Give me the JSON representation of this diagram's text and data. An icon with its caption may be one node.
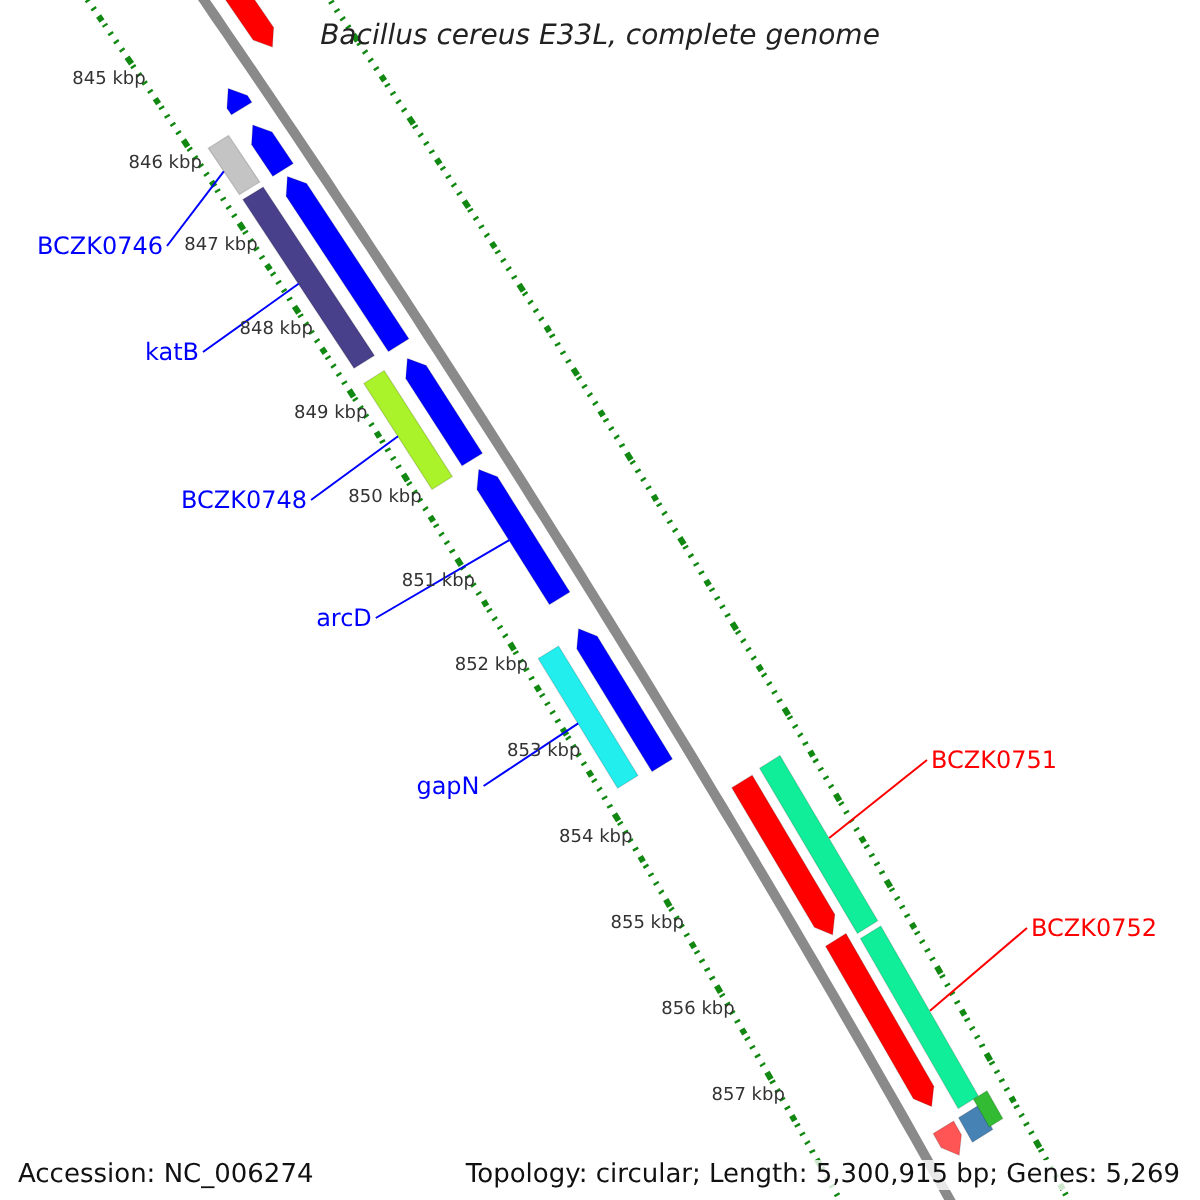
{
  "diagram": {
    "title": "Bacillus cereus E33L, complete genome",
    "nodes": [
      {
        "text": [
          "BCZK0746"
        ]
      },
      {
        "text": [
          "katB"
        ]
      },
      {
        "text": [
          "BCZK0748"
        ]
      },
      {
        "text": [
          "arcD"
        ]
      },
      {
        "text": [
          "gapN"
        ]
      },
      {
        "text": [
          "BCZK0751"
        ]
      },
      {
        "text": [
          "BCZK0752"
        ]
      },
      {
        "text": [],
        "shape": "bar"
      },
      {
        "text": [],
        "shape": "bar"
      },
      {
        "text": [],
        "shape": "bar"
      },
      {
        "text": [],
        "shape": "bar"
      },
      {
        "text": [],
        "shape": "bar"
      },
      {
        "text": [],
        "shape": "bar"
      },
      {
        "text": [],
        "shape": "bar"
      },
      {
        "text": [],
        "shape": "bar"
      },
      {
        "text": [],
        "shape": "bar"
      },
      {
        "text": [],
        "shape": "bar"
      },
      {
        "text": [],
        "shape": "bar"
      },
      {
        "text": [],
        "shape": "bar"
      },
      {
        "text": [],
        "shape": "bar"
      },
      {
        "text": [],
        "shape": "bar"
      },
      {
        "text": [],
        "shape": "bar"
      },
      {
        "text": [],
        "shape": "bar"
      },
      {
        "text": [],
        "shape": "bar"
      },
      {
        "text": [],
        "shape": "bar"
      }
    ],
    "edges": [
      {
        "from": 0,
        "to": 10,
        "arrow": "none"
      },
      {
        "from": 1,
        "to": 12,
        "arrow": "none"
      },
      {
        "from": 2,
        "to": 14,
        "arrow": "none"
      },
      {
        "from": 3,
        "to": 15,
        "arrow": "none"
      },
      {
        "from": 4,
        "to": 17,
        "arrow": "none"
      },
      {
        "from": 5,
        "to": 18,
        "arrow": "none",
        "color": "#ff0000"
      },
      {
        "from": 6,
        "to": 21,
        "arrow": "none",
        "color": "#ff0000"
      }
    ],
    "labels": [
      "845 kbp",
      "846 kbp",
      "847 kbp",
      "848 kbp",
      "849 kbp",
      "850 kbp",
      "851 kbp",
      "852 kbp",
      "853 kbp",
      "854 kbp",
      "855 kbp",
      "856 kbp",
      "857 kbp",
      "Accession: NC_006274",
      "Topology: circular; Length: 5,300,915 bp; Genes: 5,269"
    ]
  }
}
